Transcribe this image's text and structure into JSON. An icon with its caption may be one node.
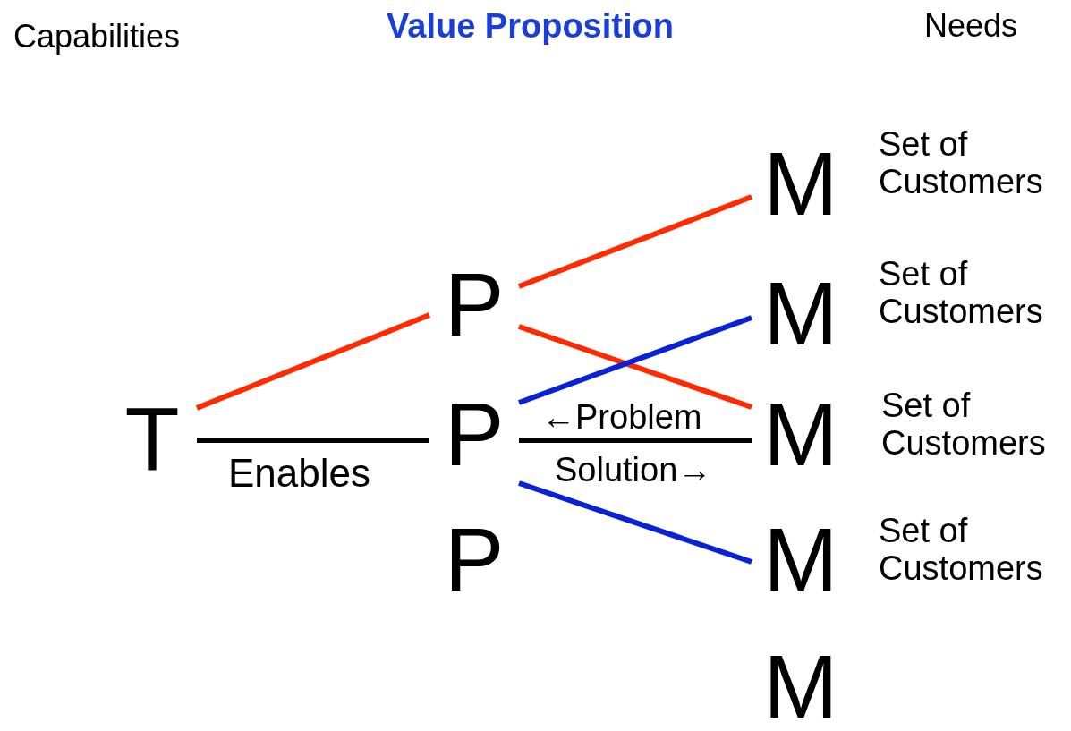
{
  "diagram": {
    "title": "Value Proposition",
    "nodes": [
      {
        "text": [
          "T"
        ]
      },
      {
        "text": [
          "P"
        ]
      },
      {
        "text": [
          "P"
        ]
      },
      {
        "text": [
          "P"
        ]
      },
      {
        "text": [
          "M"
        ],
        "beside": [
          "Set of Customers"
        ]
      },
      {
        "text": [
          "M"
        ],
        "beside": [
          "Set of Customers"
        ]
      },
      {
        "text": [
          "M"
        ],
        "beside": [
          "Set of Customers"
        ]
      },
      {
        "text": [
          "M"
        ],
        "beside": [
          "Set of Customers"
        ]
      },
      {
        "text": [
          "M"
        ]
      }
    ],
    "edges": [
      {
        "from": 0,
        "to": 1,
        "arrow": "none"
      },
      {
        "from": 0,
        "to": 2,
        "arrow": "none",
        "label": "Enables",
        "color": "#000000"
      },
      {
        "from": 1,
        "to": 4,
        "arrow": "none"
      },
      {
        "from": 1,
        "to": 6,
        "arrow": "none"
      },
      {
        "from": 2,
        "to": 5,
        "arrow": "none",
        "color": "#0a22d6"
      },
      {
        "from": 2,
        "to": 6,
        "arrow": "none",
        "color": "#000000"
      },
      {
        "from": 2,
        "to": 7,
        "arrow": "none",
        "color": "#0a22d6"
      }
    ],
    "labels": [
      "Capabilities",
      "Needs",
      "←Problem",
      "Solution→"
    ]
  }
}
